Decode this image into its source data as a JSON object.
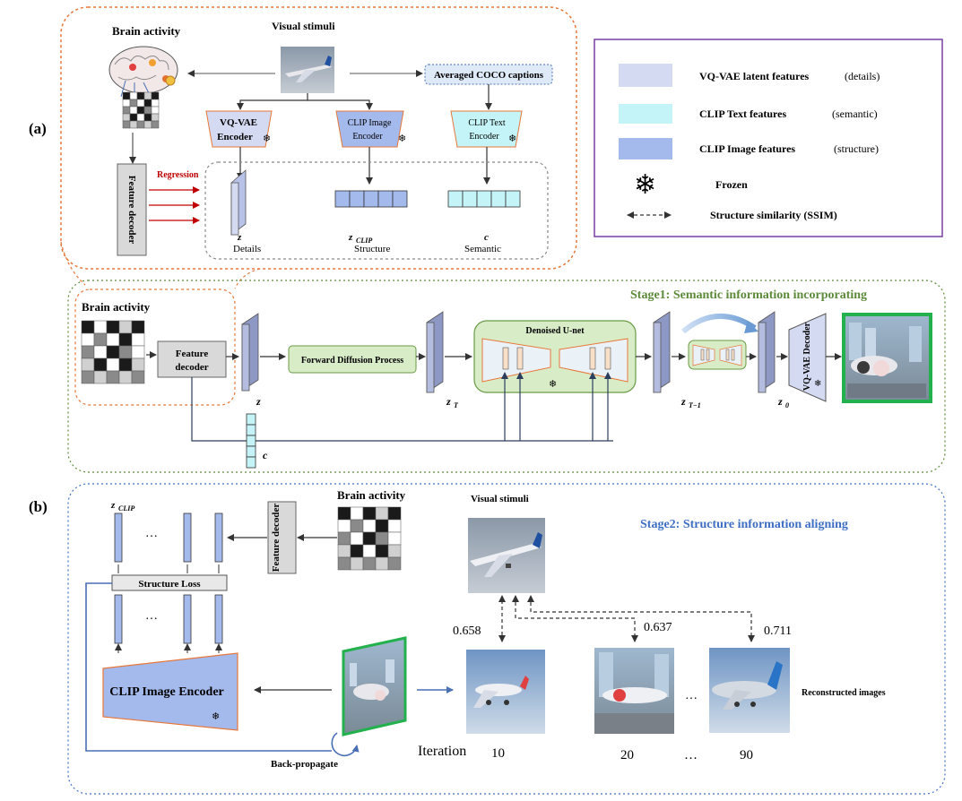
{
  "panel_a": {
    "label": "(a)",
    "brain_activity": "Brain activity",
    "visual_stimuli": "Visual stimuli",
    "coco_captions": "Averaged COCO captions",
    "vqvae_encoder_1": "VQ-VAE",
    "vqvae_encoder_2": "Encoder",
    "clip_image_encoder_1": "CLIP Image",
    "clip_image_encoder_2": "Encoder",
    "clip_text_encoder_1": "CLIP Text",
    "clip_text_encoder_2": "Encoder",
    "regression": "Regression",
    "feature_decoder": "Feature decoder",
    "z_label": "z",
    "details": "Details",
    "zclip_label": "z",
    "zclip_sub": "CLIP",
    "structure": "Structure",
    "c_label": "c",
    "semantic": "Semantic"
  },
  "legend": {
    "items": [
      {
        "label": "VQ-VAE latent features",
        "note": "(details)"
      },
      {
        "label": "CLIP Text features",
        "note": "(semantic)"
      },
      {
        "label": "CLIP Image features",
        "note": "(structure)"
      },
      {
        "label": "Frozen",
        "note": ""
      },
      {
        "label": "Structure similarity (SSIM)",
        "note": ""
      }
    ]
  },
  "stage1": {
    "title": "Stage1:  Semantic information incorporating",
    "brain_activity": "Brain activity",
    "feature_decoder_1": "Feature",
    "feature_decoder_2": "decoder",
    "z_label": "z",
    "forward_diffusion": "Forward Diffusion Process",
    "zT_label": "z",
    "zT_sub": "T",
    "unet_label": "Denoised U-net",
    "zT1_label": "z",
    "zT1_sub": "T−1",
    "z0_label": "z",
    "z0_sub": "0",
    "vqvae_decoder": "VQ-VAE Decoder",
    "c_label": "c"
  },
  "panel_b": {
    "label": "(b)",
    "title": "Stage2:  Structure information aligning",
    "zclip_label": "z",
    "zclip_sub": "CLIP",
    "dots": "…",
    "brain_activity": "Brain activity",
    "feature_decoder": "Feature decoder",
    "visual_stimuli": "Visual stimuli",
    "structure_loss": "Structure  Loss",
    "clip_image_encoder": "CLIP Image Encoder",
    "back_propagate": "Back-propagate",
    "iteration": "Iteration",
    "scores": [
      "0.658",
      "0.637",
      "0.711"
    ],
    "iterations": [
      "10",
      "20",
      "…",
      "90"
    ],
    "reconstructed": "Reconstructed images"
  },
  "colors": {
    "details": "#d4daf2",
    "semantic": "#c4f4f7",
    "structure": "#a4b9ec",
    "orange": "#e8773a",
    "green": "#5c8a3a",
    "blue_border": "#3f6fc4",
    "legend_border": "#7a3fa0",
    "red": "#c00000",
    "green_box": "#d9ecc8"
  }
}
